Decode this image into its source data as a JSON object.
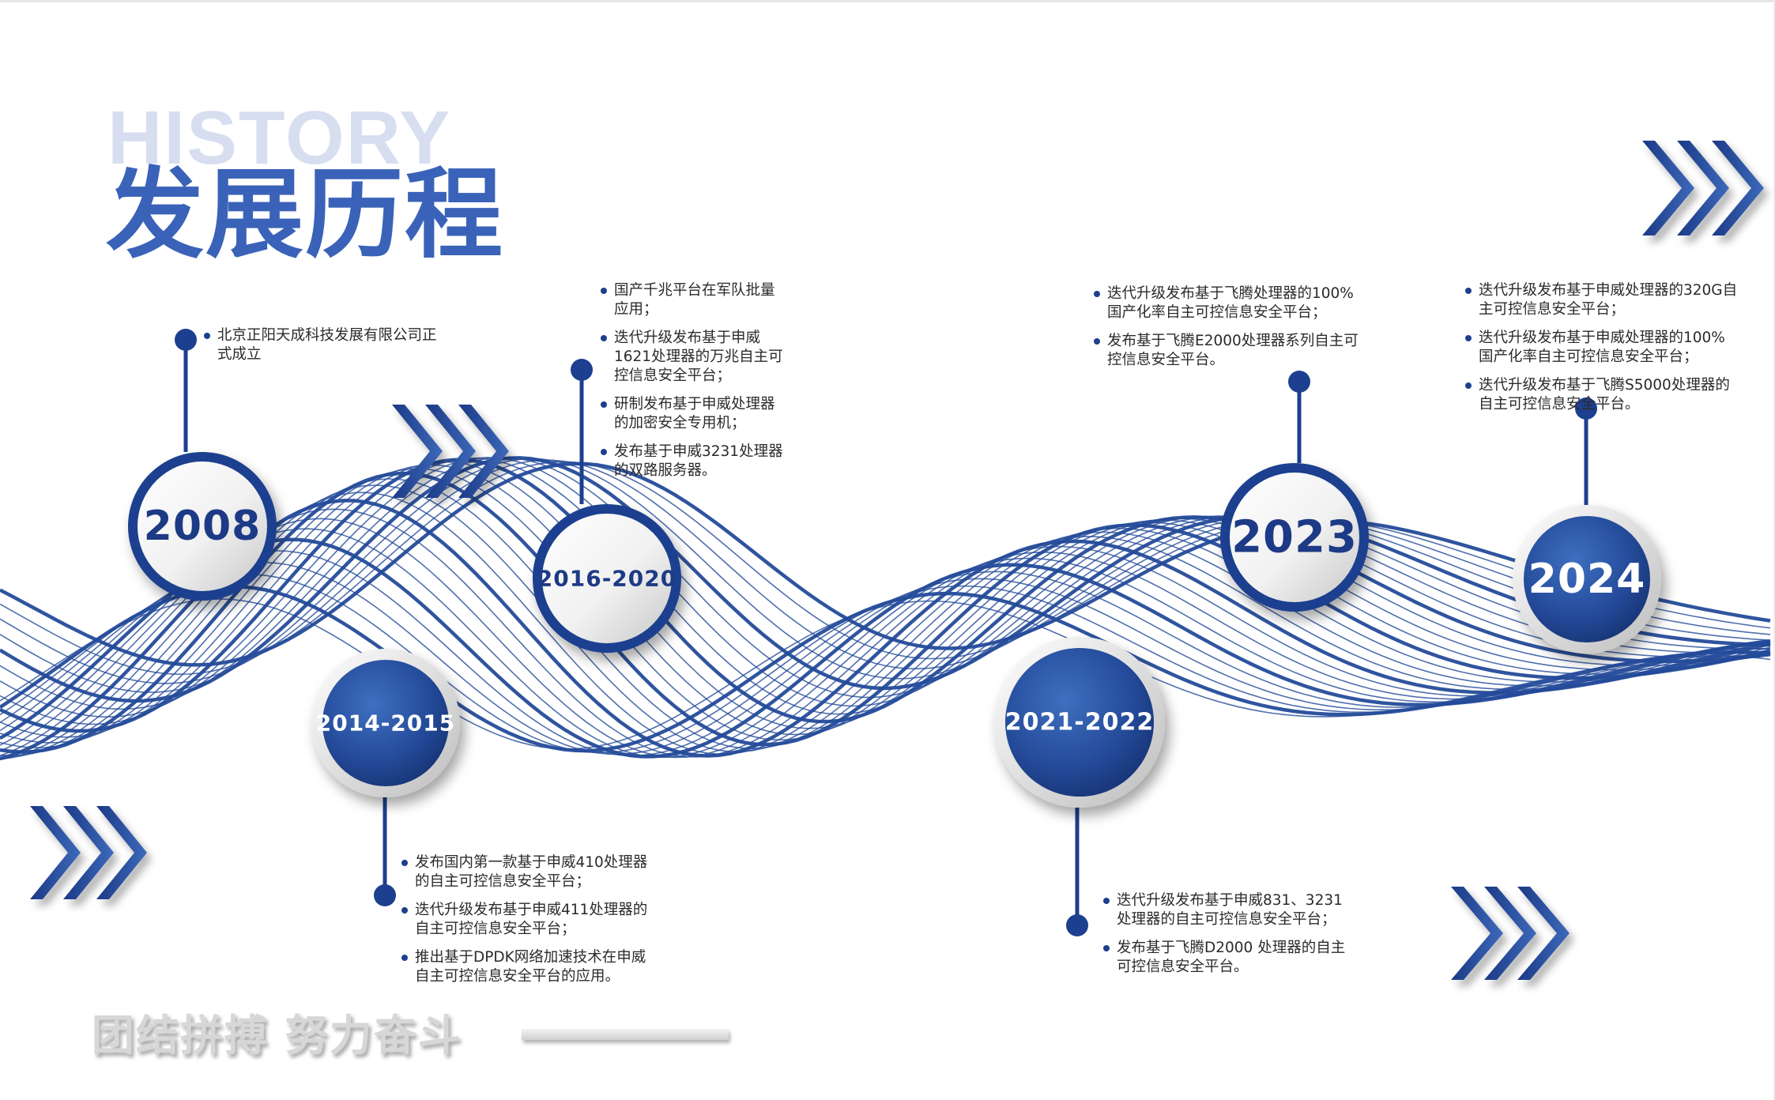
{
  "header": {
    "background_word": "HISTORY",
    "title": "发展历程"
  },
  "colors": {
    "brand_blue": "#1d3f8f",
    "title_blue": "#3a62b8",
    "wave_blue": "#244b9a",
    "background": "#ffffff"
  },
  "milestones": [
    {
      "year": "2008",
      "style": "light",
      "events": [
        "北京正阳天成科技发展有限公司正式成立"
      ]
    },
    {
      "year": "2014-2015",
      "style": "dark",
      "events": [
        "发布国内第一款基于申威410处理器的自主可控信息安全平台；",
        "迭代升级发布基于申威411处理器的自主可控信息安全平台；",
        "推出基于DPDK网络加速技术在申威自主可控信息安全平台的应用。"
      ]
    },
    {
      "year": "2016-2020",
      "style": "light",
      "events": [
        "国产千兆平台在军队批量应用；",
        "迭代升级发布基于申威1621处理器的万兆自主可控信息安全平台；",
        "研制发布基于申威处理器的加密安全专用机；",
        "发布基于申威3231处理器的双路服务器。"
      ]
    },
    {
      "year": "2021-2022",
      "style": "dark",
      "events": [
        "迭代升级发布基于申威831、3231处理器的自主可控信息安全平台；",
        "发布基于飞腾D2000 处理器的自主可控信息安全平台。"
      ]
    },
    {
      "year": "2023",
      "style": "light",
      "events": [
        "迭代升级发布基于飞腾处理器的100%国产化率自主可控信息安全平台；",
        "发布基于飞腾E2000处理器系列自主可控信息安全平台。"
      ]
    },
    {
      "year": "2024",
      "style": "dark",
      "events": [
        "迭代升级发布基于申威处理器的320G自主可控信息安全平台；",
        "迭代升级发布基于申威处理器的100%国产化率自主可控信息安全平台；",
        "迭代升级发布基于飞腾S5000处理器的自主可控信息安全平台。"
      ]
    }
  ],
  "decorations": {
    "arrow_icon": "triple-chevron-right-icon",
    "node_icon": "timeline-dot-icon"
  },
  "footer": {
    "slogan": "团结拼搏  努力奋斗"
  }
}
